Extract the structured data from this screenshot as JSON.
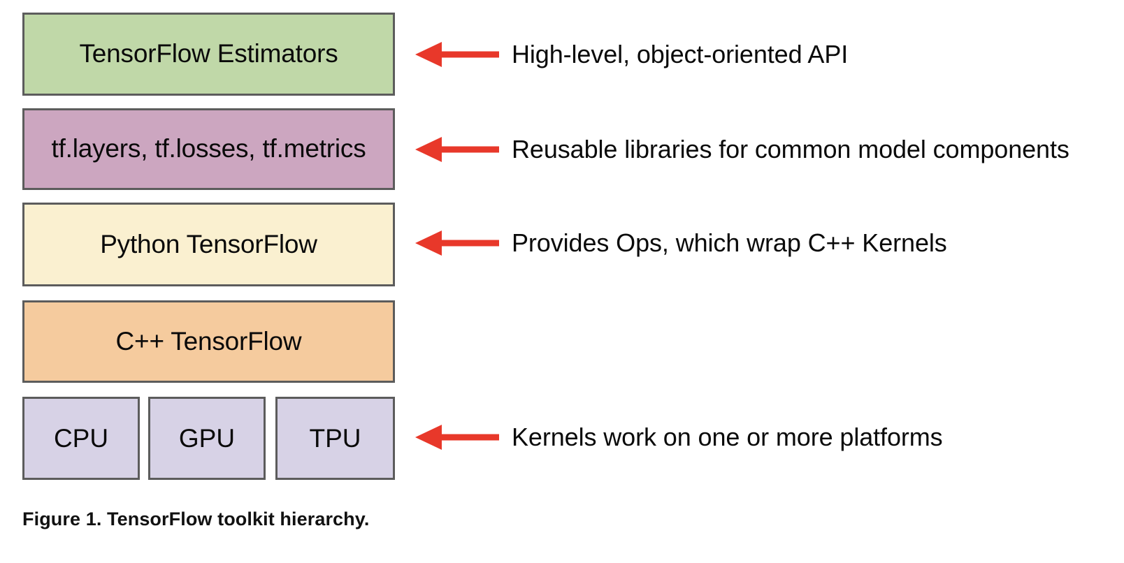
{
  "figure": {
    "caption": "Figure 1. TensorFlow toolkit hierarchy.",
    "background_color": "#FFFFFF",
    "box_border_color": "#5C5C5C",
    "arrow_color": "#E8382A",
    "text_color": "#0A0A0A"
  },
  "stack": [
    {
      "id": "estimators",
      "label": "TensorFlow Estimators",
      "fill_color": "#C0D8A8"
    },
    {
      "id": "libraries",
      "label": "tf.layers, tf.losses, tf.metrics",
      "fill_color": "#CCA6C0"
    },
    {
      "id": "python",
      "label": "Python TensorFlow",
      "fill_color": "#FAF0D0"
    },
    {
      "id": "cpp",
      "label": "C++ TensorFlow",
      "fill_color": "#F5CB9E"
    }
  ],
  "platforms": {
    "fill_color": "#D7D2E6",
    "items": [
      {
        "id": "cpu",
        "label": "CPU"
      },
      {
        "id": "gpu",
        "label": "GPU"
      },
      {
        "id": "tpu",
        "label": "TPU"
      }
    ]
  },
  "annotations": [
    {
      "id": "estimators-note",
      "target": "TensorFlow Estimators",
      "arrow": "left-arrow-icon",
      "text": "High-level, object-oriented API"
    },
    {
      "id": "libraries-note",
      "target": "tf.layers, tf.losses, tf.metrics",
      "arrow": "left-arrow-icon",
      "text": "Reusable libraries for common model components"
    },
    {
      "id": "python-note",
      "target": "Python TensorFlow",
      "arrow": "left-arrow-icon",
      "text": "Provides Ops, which wrap C++ Kernels"
    },
    {
      "id": "platforms-note",
      "target": "CPU / GPU / TPU",
      "arrow": "left-arrow-icon",
      "text": "Kernels work on one or more platforms"
    }
  ]
}
